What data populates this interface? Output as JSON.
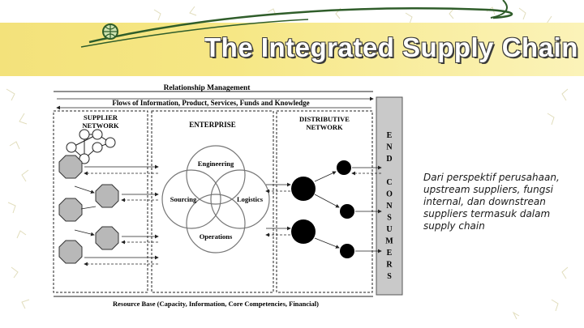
{
  "slide": {
    "title": "The Integrated Supply Chain",
    "side_text": "Dari perspektif perusahaan, upstream suppliers, fungsi internal, dan downstrean suppliers termasuk dalam supply chain"
  },
  "diagram": {
    "top_label": "Relationship Management",
    "flows_label": "Flows of Information, Product, Services, Funds and Knowledge",
    "supplier_title_1": "SUPPLIER",
    "supplier_title_2": "NETWORK",
    "enterprise_title": "ENTERPRISE",
    "distributive_title_1": "DISTRIBUTIVE",
    "distributive_title_2": "NETWORK",
    "functions": {
      "engineering": "Engineering",
      "sourcing": "Sourcing",
      "logistics": "Logistics",
      "operations": "Operations"
    },
    "end_consumers_letters": [
      "E",
      "N",
      "D",
      "",
      "C",
      "O",
      "N",
      "S",
      "U",
      "M",
      "E",
      "R",
      "S"
    ],
    "bottom_label": "Resource Base (Capacity, Information, Core Competencies, Financial)"
  },
  "colors": {
    "title_band": "#f3e27b",
    "title_text": "#ffffff",
    "octagon_fill": "#b8b8b8",
    "end_consumer_bar": "#c9c9c9"
  }
}
